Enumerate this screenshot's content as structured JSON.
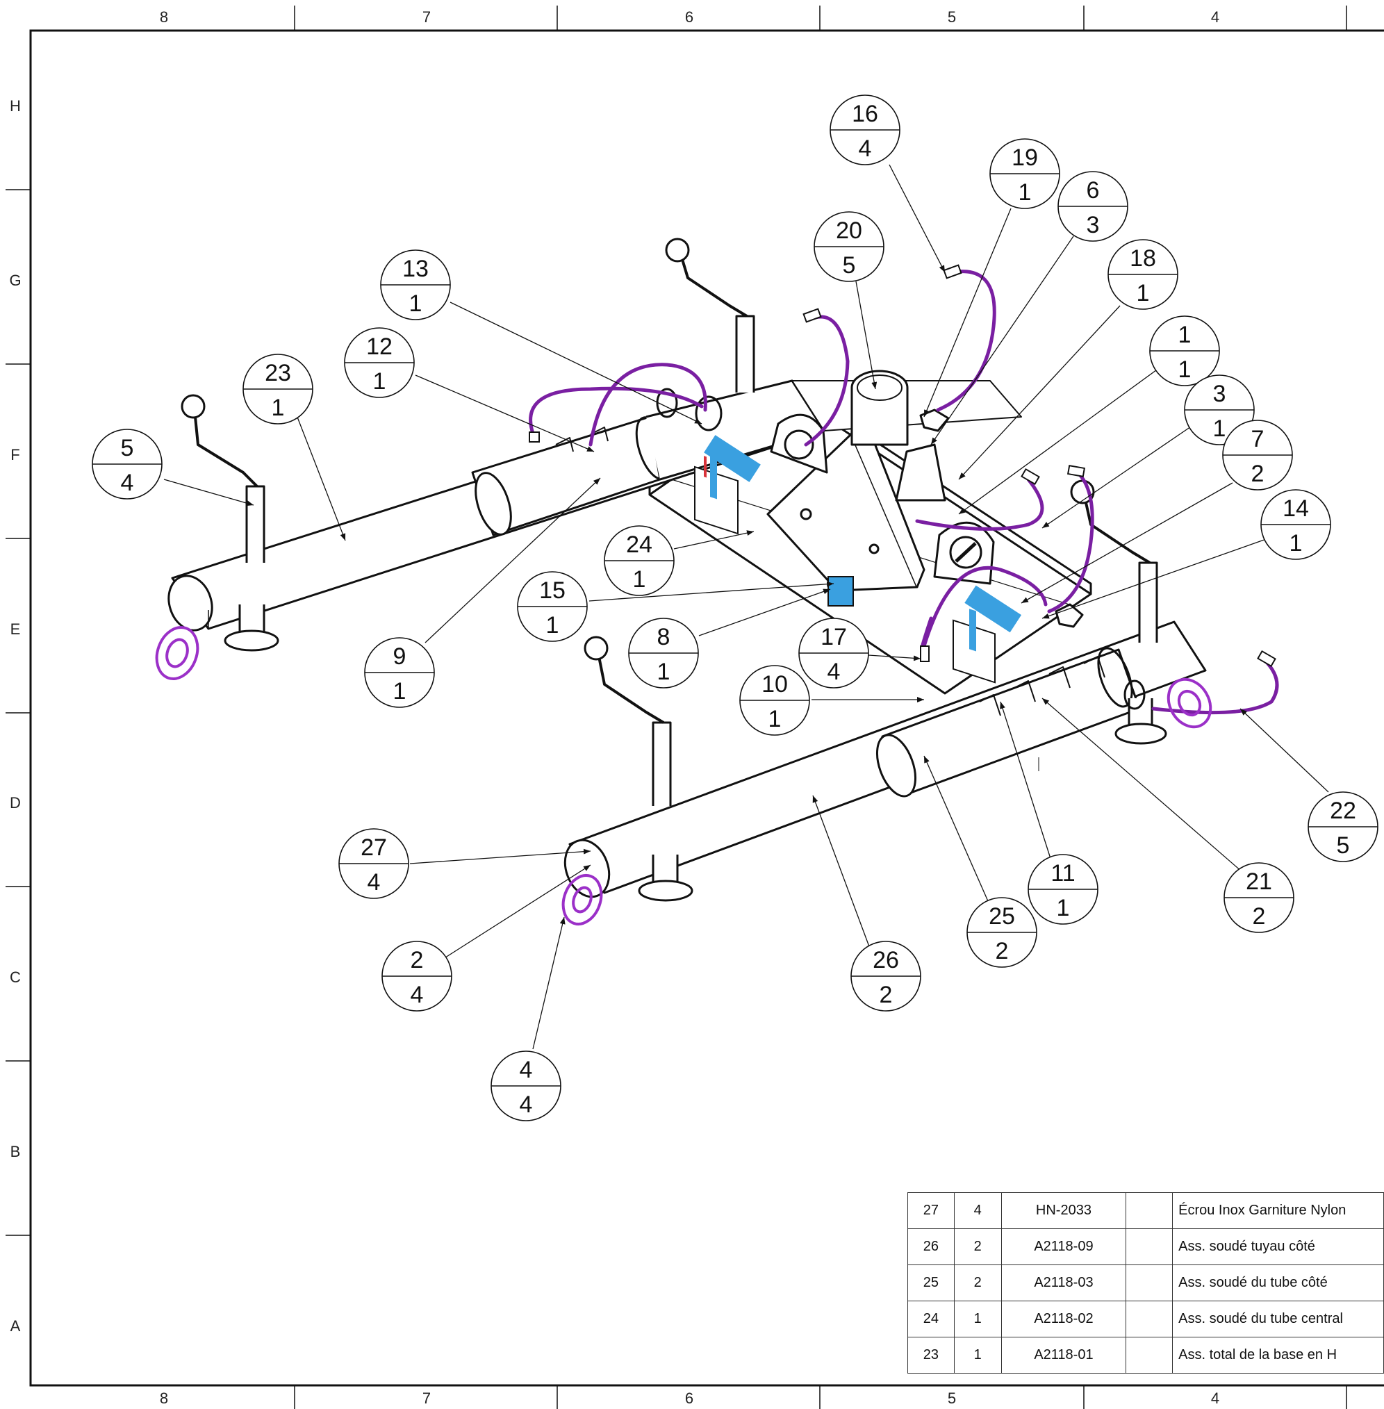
{
  "frame": {
    "columns": [
      "8",
      "7",
      "6",
      "5",
      "4"
    ],
    "rows": [
      "H",
      "G",
      "F",
      "E",
      "D",
      "C",
      "B",
      "A"
    ]
  },
  "balloons": [
    {
      "item": "16",
      "qty": "4"
    },
    {
      "item": "19",
      "qty": "1"
    },
    {
      "item": "6",
      "qty": "3"
    },
    {
      "item": "20",
      "qty": "5"
    },
    {
      "item": "18",
      "qty": "1"
    },
    {
      "item": "13",
      "qty": "1"
    },
    {
      "item": "1",
      "qty": "1"
    },
    {
      "item": "12",
      "qty": "1"
    },
    {
      "item": "23",
      "qty": "1"
    },
    {
      "item": "3",
      "qty": "1"
    },
    {
      "item": "7",
      "qty": "2"
    },
    {
      "item": "5",
      "qty": "4"
    },
    {
      "item": "14",
      "qty": "1"
    },
    {
      "item": "24",
      "qty": "1"
    },
    {
      "item": "15",
      "qty": "1"
    },
    {
      "item": "8",
      "qty": "1"
    },
    {
      "item": "17",
      "qty": "4"
    },
    {
      "item": "9",
      "qty": "1"
    },
    {
      "item": "10",
      "qty": "1"
    },
    {
      "item": "22",
      "qty": "5"
    },
    {
      "item": "27",
      "qty": "4"
    },
    {
      "item": "11",
      "qty": "1"
    },
    {
      "item": "21",
      "qty": "2"
    },
    {
      "item": "25",
      "qty": "2"
    },
    {
      "item": "26",
      "qty": "2"
    },
    {
      "item": "2",
      "qty": "4"
    },
    {
      "item": "4",
      "qty": "4"
    }
  ],
  "bom": [
    {
      "item": "27",
      "qty": "4",
      "part": "HN-2033",
      "rev": "",
      "description": "Écrou Inox Garniture Nylon"
    },
    {
      "item": "26",
      "qty": "2",
      "part": "A2118-09",
      "rev": "",
      "description": "Ass. soudé tuyau côté"
    },
    {
      "item": "25",
      "qty": "2",
      "part": "A2118-03",
      "rev": "",
      "description": "Ass. soudé du tube côté"
    },
    {
      "item": "24",
      "qty": "1",
      "part": "A2118-02",
      "rev": "",
      "description": "Ass. soudé du tube central"
    },
    {
      "item": "23",
      "qty": "1",
      "part": "A2118-01",
      "rev": "",
      "description": "Ass. total de la base en H"
    }
  ],
  "colors": {
    "line": "#111111",
    "hose": "#7a1fa2",
    "caster": "#9b30c8",
    "label_blue": "#3aa0e0",
    "label_red": "#d9333a"
  }
}
